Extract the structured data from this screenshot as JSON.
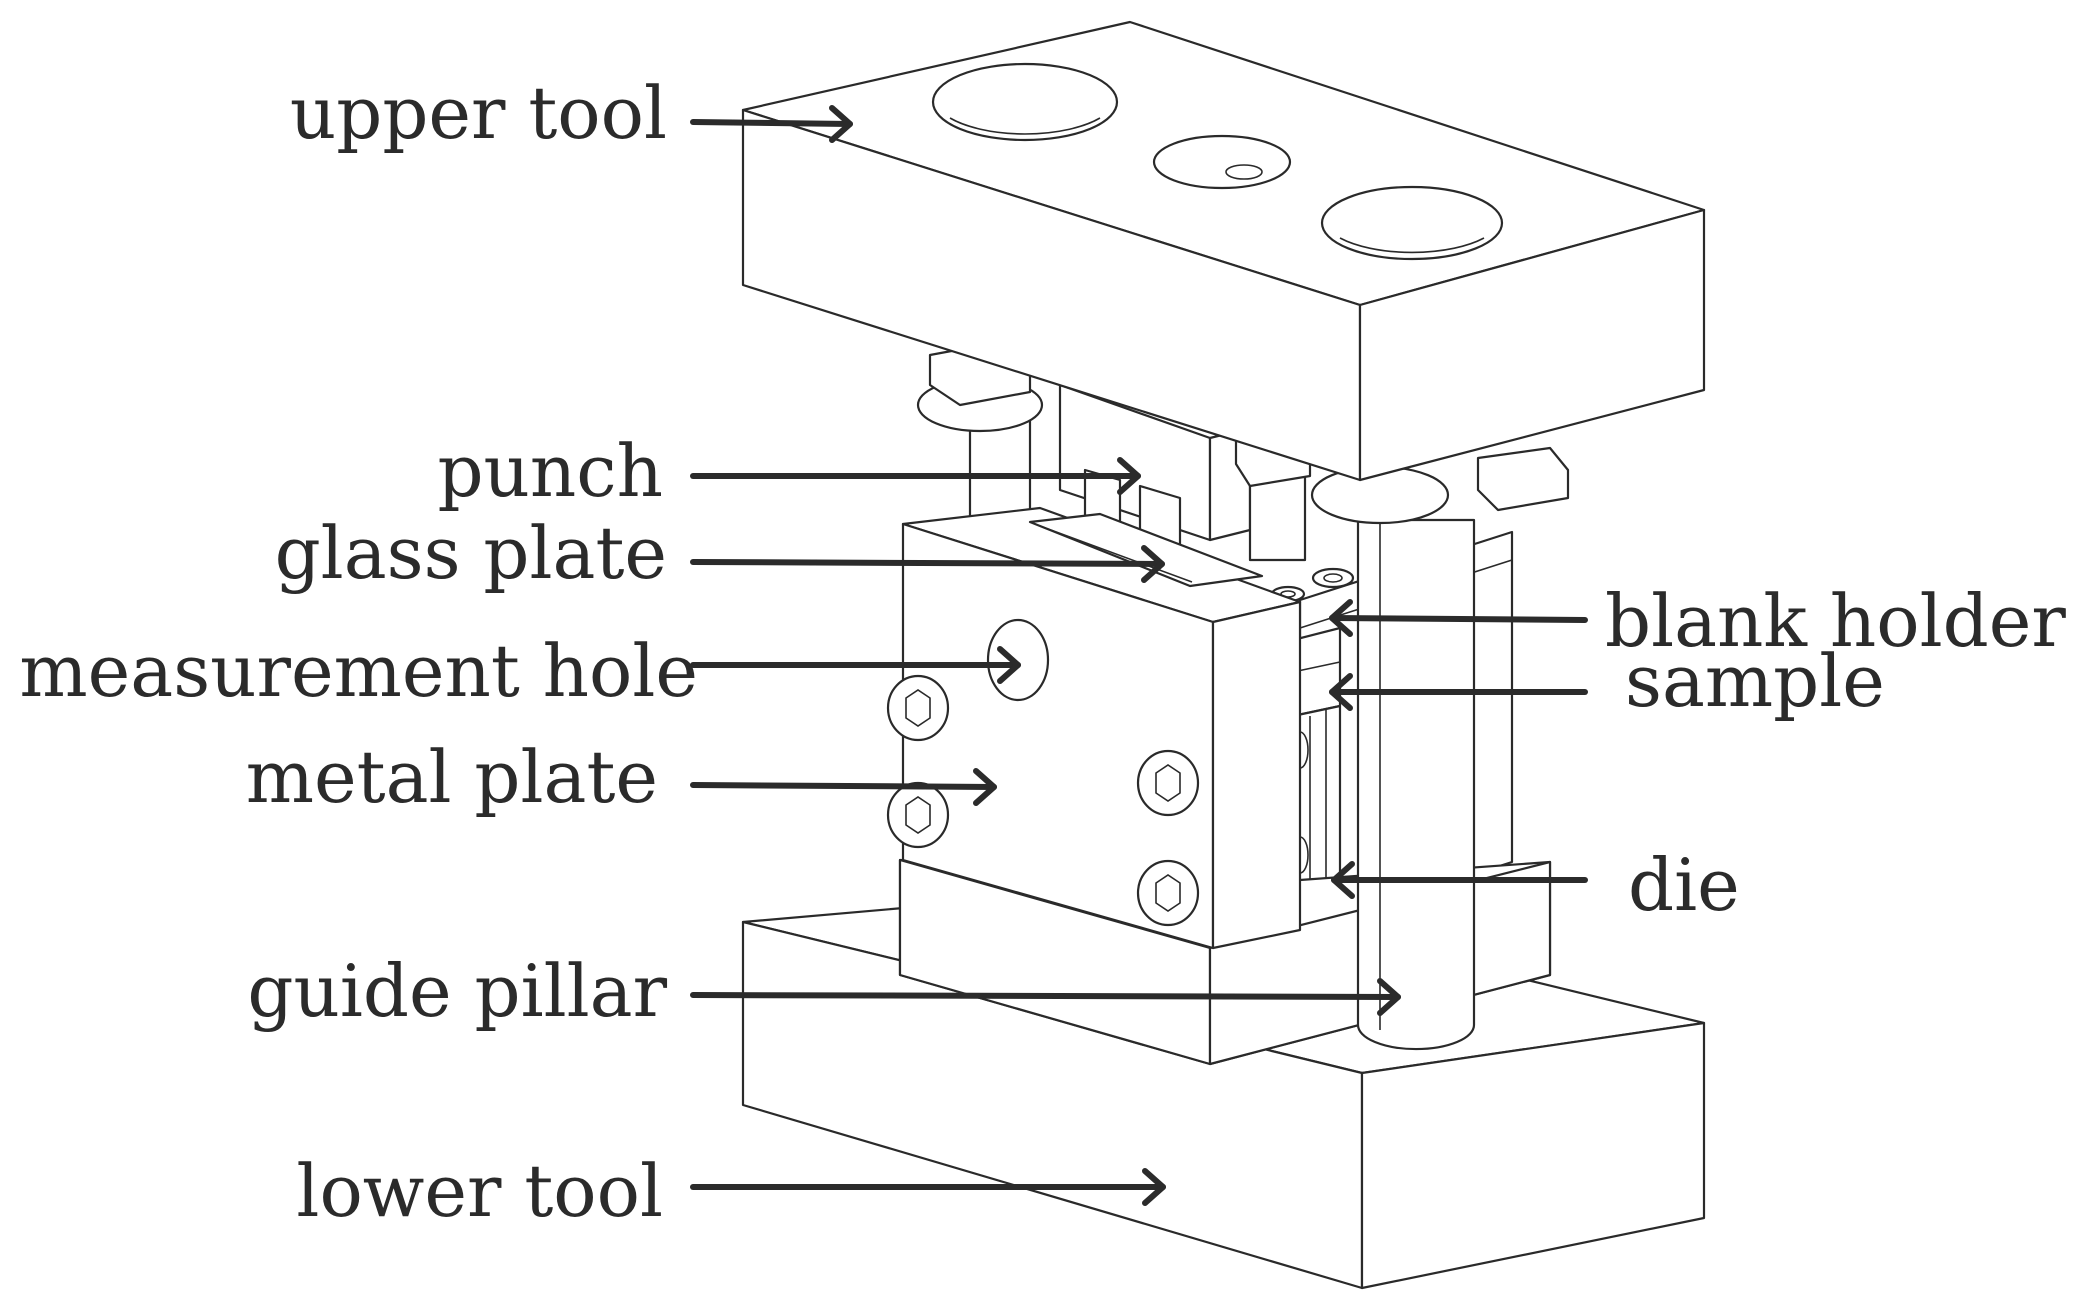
{
  "labels": {
    "upper_tool": "upper tool",
    "punch": "punch",
    "glass_plate": "glass plate",
    "measurement_hole": "measurement hole",
    "metal_plate": "metal plate",
    "guide_pillar": "guide pillar",
    "lower_tool": "lower tool",
    "blank_holder": "blank holder",
    "sample": "sample",
    "die": "die"
  },
  "colors": {
    "line": "#2a2a2a",
    "text": "#2b2b2b",
    "background": "#ffffff"
  }
}
